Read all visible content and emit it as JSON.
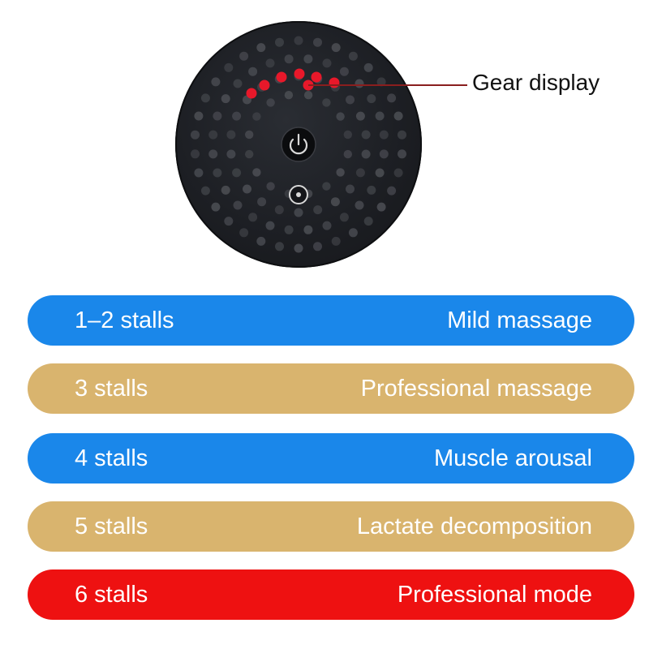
{
  "callout": {
    "label": "Gear display"
  },
  "device": {
    "power_icon": "power-icon",
    "mode_icon": "mode-ring-icon",
    "lit_color": "#e8182a",
    "unlit_color": "#4a4c52"
  },
  "gears": [
    {
      "stalls": "1–2 stalls",
      "mode": "Mild massage",
      "color": "#1a87ea"
    },
    {
      "stalls": "3 stalls",
      "mode": "Professional massage",
      "color": "#d9b46e"
    },
    {
      "stalls": "4 stalls",
      "mode": "Muscle arousal",
      "color": "#1a87ea"
    },
    {
      "stalls": "5 stalls",
      "mode": "Lactate decomposition",
      "color": "#d9b46e"
    },
    {
      "stalls": "6 stalls",
      "mode": "Professional mode",
      "color": "#ee1111"
    }
  ]
}
